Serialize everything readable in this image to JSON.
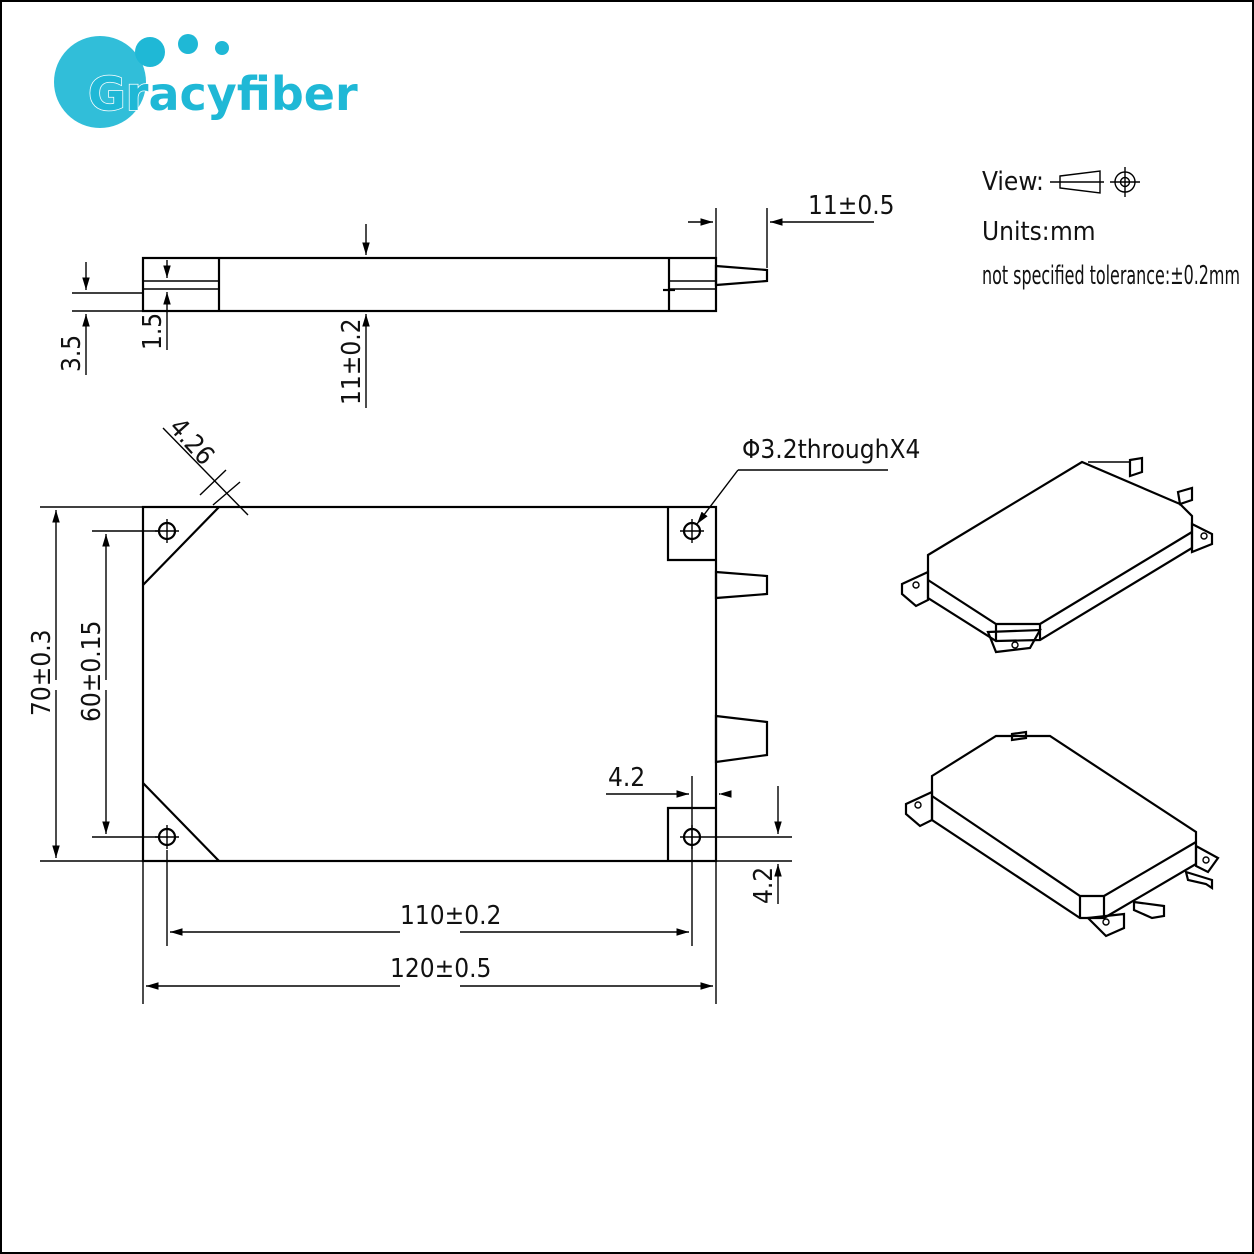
{
  "brand": {
    "name": "Gracyfiber",
    "color": "#1fb8d6"
  },
  "notes": {
    "view_label": "View:",
    "units_label": "Units:",
    "units_value": "mm",
    "tolerance": "not specified tolerance:±0.2mm"
  },
  "dimensions": {
    "connector_length": "11±0.5",
    "side_total_height": "3.5",
    "side_slot_height": "1.5",
    "side_connector_height": "11±0.2",
    "corner_chamfer": "4.26",
    "hole_spec": "Φ3.2throughX4",
    "outer_height": "70±0.3",
    "hole_pitch_height": "60±0.15",
    "hole_offset_x": "4.2",
    "hole_offset_y": "4.2",
    "hole_pitch_width": "110±0.2",
    "outer_width": "120±0.5"
  }
}
